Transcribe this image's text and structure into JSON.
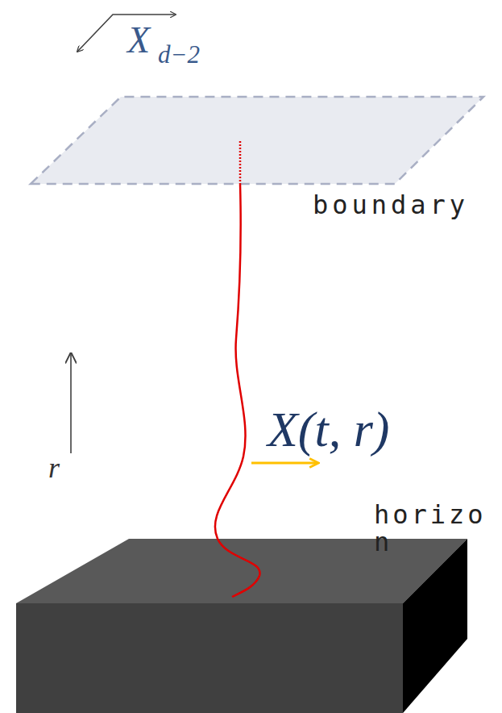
{
  "diagram": {
    "labels": [
      "X⃗",
      "d−2",
      "boundary",
      "r",
      "X(t, r)",
      "horizon"
    ]
  }
}
